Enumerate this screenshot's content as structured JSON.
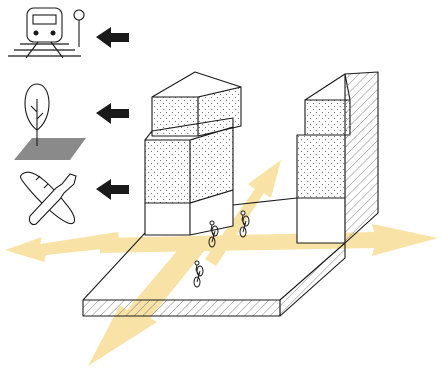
{
  "figure": {
    "legend_icons": [
      {
        "id": "train",
        "icon": "train-with-station-sign-icon"
      },
      {
        "id": "tree",
        "icon": "tree-with-shadow-icon"
      },
      {
        "id": "bread-wine",
        "icon": "baguette-and-wine-bottle-icon"
      }
    ],
    "arrow_icon": "black-left-arrow-icon",
    "colors": {
      "flow_arrows": "#f8e2a6",
      "ink": "#1a1a1a",
      "hatch": "#6e6e6e",
      "stipple": "#5a5a5a",
      "ground": "#ffffff"
    },
    "cyclists": [
      {
        "id": "cyclist-1"
      },
      {
        "id": "cyclist-2"
      },
      {
        "id": "cyclist-3"
      }
    ]
  }
}
